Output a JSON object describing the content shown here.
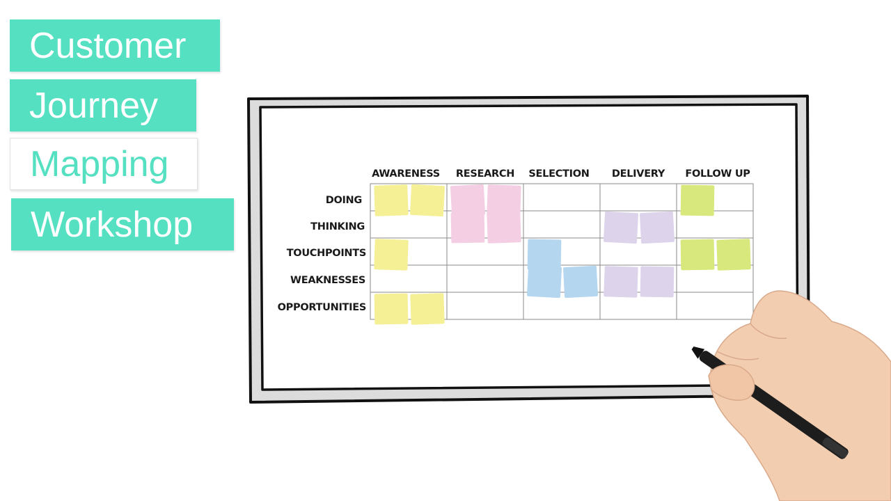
{
  "title": {
    "lines": [
      "Customer",
      "Journey",
      "Mapping",
      "Workshop"
    ],
    "accent_color": "#55e0c2"
  },
  "board": {
    "columns": [
      "AWARENESS",
      "RESEARCH",
      "SELECTION",
      "DELIVERY",
      "FOLLOW UP"
    ],
    "rows": [
      "DOING",
      "THINKING",
      "TOUCHPOINTS",
      "WEAKNESSES",
      "OPPORTUNITIES"
    ],
    "note_colors": {
      "yellow": "#f5ef95",
      "pink": "#f4cfe4",
      "blue": "#b5d6ef",
      "purple": "#ddd4ec",
      "green": "#d8e87c"
    },
    "notes": [
      {
        "row": 0,
        "col": 0,
        "count": 2,
        "color": "yellow"
      },
      {
        "row": 0,
        "col": 1,
        "count": 2,
        "color": "pink"
      },
      {
        "row": 0,
        "col": 4,
        "count": 1,
        "color": "green"
      },
      {
        "row": 1,
        "col": 1,
        "count": 2,
        "color": "pink"
      },
      {
        "row": 1,
        "col": 3,
        "count": 2,
        "color": "purple"
      },
      {
        "row": 2,
        "col": 0,
        "count": 1,
        "color": "yellow"
      },
      {
        "row": 2,
        "col": 2,
        "count": 1,
        "color": "blue"
      },
      {
        "row": 2,
        "col": 4,
        "count": 2,
        "color": "green"
      },
      {
        "row": 3,
        "col": 2,
        "count": 2,
        "color": "blue"
      },
      {
        "row": 3,
        "col": 3,
        "count": 2,
        "color": "purple"
      },
      {
        "row": 4,
        "col": 0,
        "count": 2,
        "color": "yellow"
      }
    ]
  },
  "hand": {
    "icon": "hand-holding-marker-icon"
  }
}
